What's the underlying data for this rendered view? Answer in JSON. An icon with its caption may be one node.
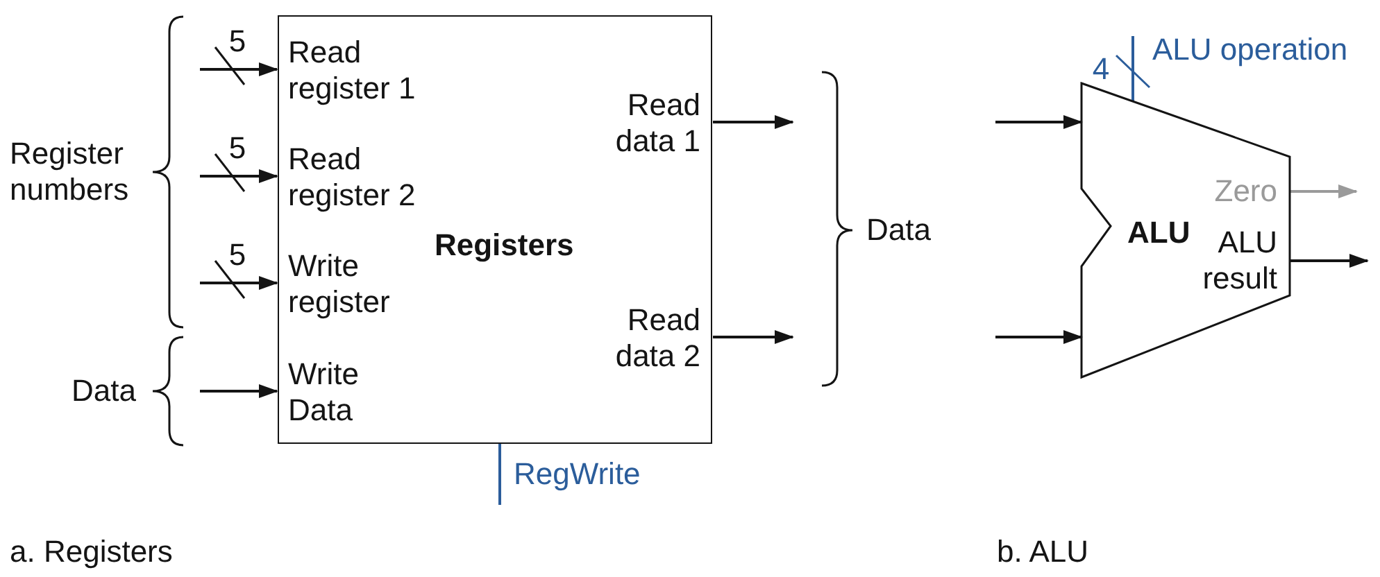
{
  "diagram": {
    "nodes": [
      {
        "text": [
          "Registers"
        ]
      },
      {
        "text": [
          "Read register 1"
        ],
        "in": 0
      },
      {
        "text": [
          "Read register 2"
        ],
        "in": 0
      },
      {
        "text": [
          "Write register"
        ],
        "in": 0
      },
      {
        "text": [
          "Write Data"
        ],
        "in": 0
      },
      {
        "text": [
          "Read data 1"
        ],
        "in": 0
      },
      {
        "text": [
          "Read data 2"
        ],
        "in": 0
      },
      {
        "text": [
          "ALU"
        ]
      },
      {
        "text": [
          "Zero"
        ],
        "in": 7
      },
      {
        "text": [
          "ALU result"
        ],
        "in": 7
      }
    ],
    "edges": [
      {
        "from": null,
        "to": 1,
        "arrow": "to",
        "label": "5"
      },
      {
        "from": null,
        "to": 2,
        "arrow": "to",
        "label": "5"
      },
      {
        "from": null,
        "to": 3,
        "arrow": "to",
        "label": "5"
      },
      {
        "from": null,
        "to": 4,
        "arrow": "to"
      },
      {
        "from": 5,
        "to": null,
        "arrow": "to"
      },
      {
        "from": 6,
        "to": null,
        "arrow": "to"
      },
      {
        "from": null,
        "to": 0,
        "arrow": "none",
        "color": "#2b5d9b"
      },
      {
        "from": null,
        "to": 7,
        "arrow": "to"
      },
      {
        "from": null,
        "to": 7,
        "arrow": "to"
      },
      {
        "from": null,
        "to": 7,
        "arrow": "none",
        "label": "4",
        "color": "#2b5d9b"
      },
      {
        "from": 8,
        "to": null,
        "arrow": "to",
        "color": "#9a9a9a"
      },
      {
        "from": 9,
        "to": null,
        "arrow": "to"
      }
    ],
    "labels": [
      "Register numbers",
      "Data",
      "Data",
      "RegWrite",
      "ALU operation",
      "a. Registers",
      "b. ALU"
    ]
  }
}
